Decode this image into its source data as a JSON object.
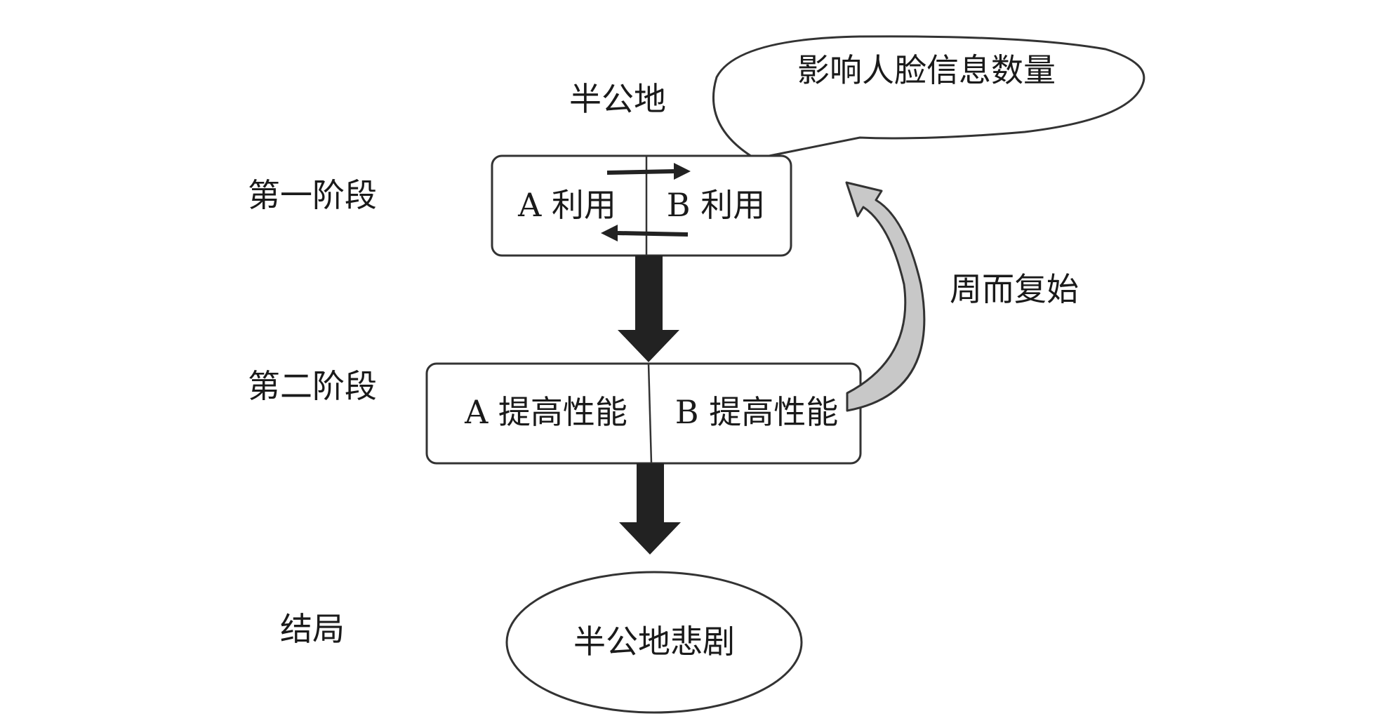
{
  "diagram": {
    "top_label": "半公地",
    "callout": "影响人脸信息数量",
    "cycle_label": "周而复始",
    "stages": [
      {
        "name": "第一阶段",
        "left": "A 利用",
        "right": "B 利用"
      },
      {
        "name": "第二阶段",
        "left": "A 提高性能",
        "right": "B 提高性能"
      }
    ],
    "outcome": {
      "name": "结局",
      "text": "半公地悲剧"
    }
  }
}
